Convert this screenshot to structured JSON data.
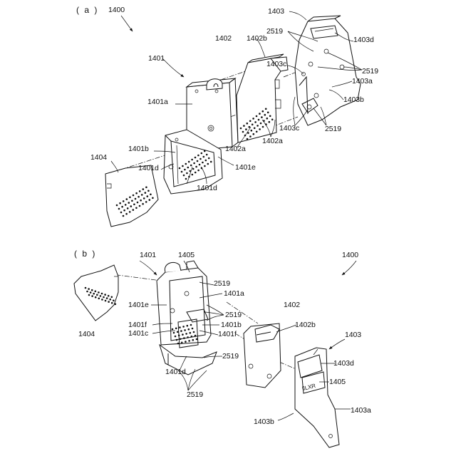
{
  "panel_a": {
    "tag": "( a )",
    "labels": {
      "l1400": "1400",
      "l1403": "1403",
      "l2519_top": "2519",
      "l1403d": "1403d",
      "l1402": "1402",
      "l1402b": "1402b",
      "l1403c_upper": "1403c",
      "l2519_right": "2519",
      "l1401": "1401",
      "l1403a": "1403a",
      "l1401a": "1401a",
      "l1403b": "1403b",
      "l1403c_lower": "1403c",
      "l2519_bottom": "2519",
      "l1401b": "1401b",
      "l1402a_left": "1402a",
      "l1402a_right": "1402a",
      "l1404": "1404",
      "l1401e": "1401e",
      "l1401d_left": "1401d",
      "l1401d_lower": "1401d"
    }
  },
  "panel_b": {
    "tag": "( b )",
    "labels": {
      "l1401": "1401",
      "l1405_top": "1405",
      "l1400": "1400",
      "l2519_top": "2519",
      "l1401a": "1401a",
      "l1401e": "1401e",
      "l1402": "1402",
      "l2519_mid": "2519",
      "l1402b": "1402b",
      "l1401f_left": "1401f",
      "l1401b": "1401b",
      "l1401c": "1401c",
      "l1401f_right": "1401f",
      "l1404": "1404",
      "l1403": "1403",
      "l2519_low": "2519",
      "l1403d": "1403d",
      "l1401d": "1401d",
      "l1405_mid": "1405",
      "l2519_bottom": "2519",
      "l1403a": "1403a",
      "l1403b": "1403b",
      "plate_text": "ﾛLXR"
    }
  }
}
